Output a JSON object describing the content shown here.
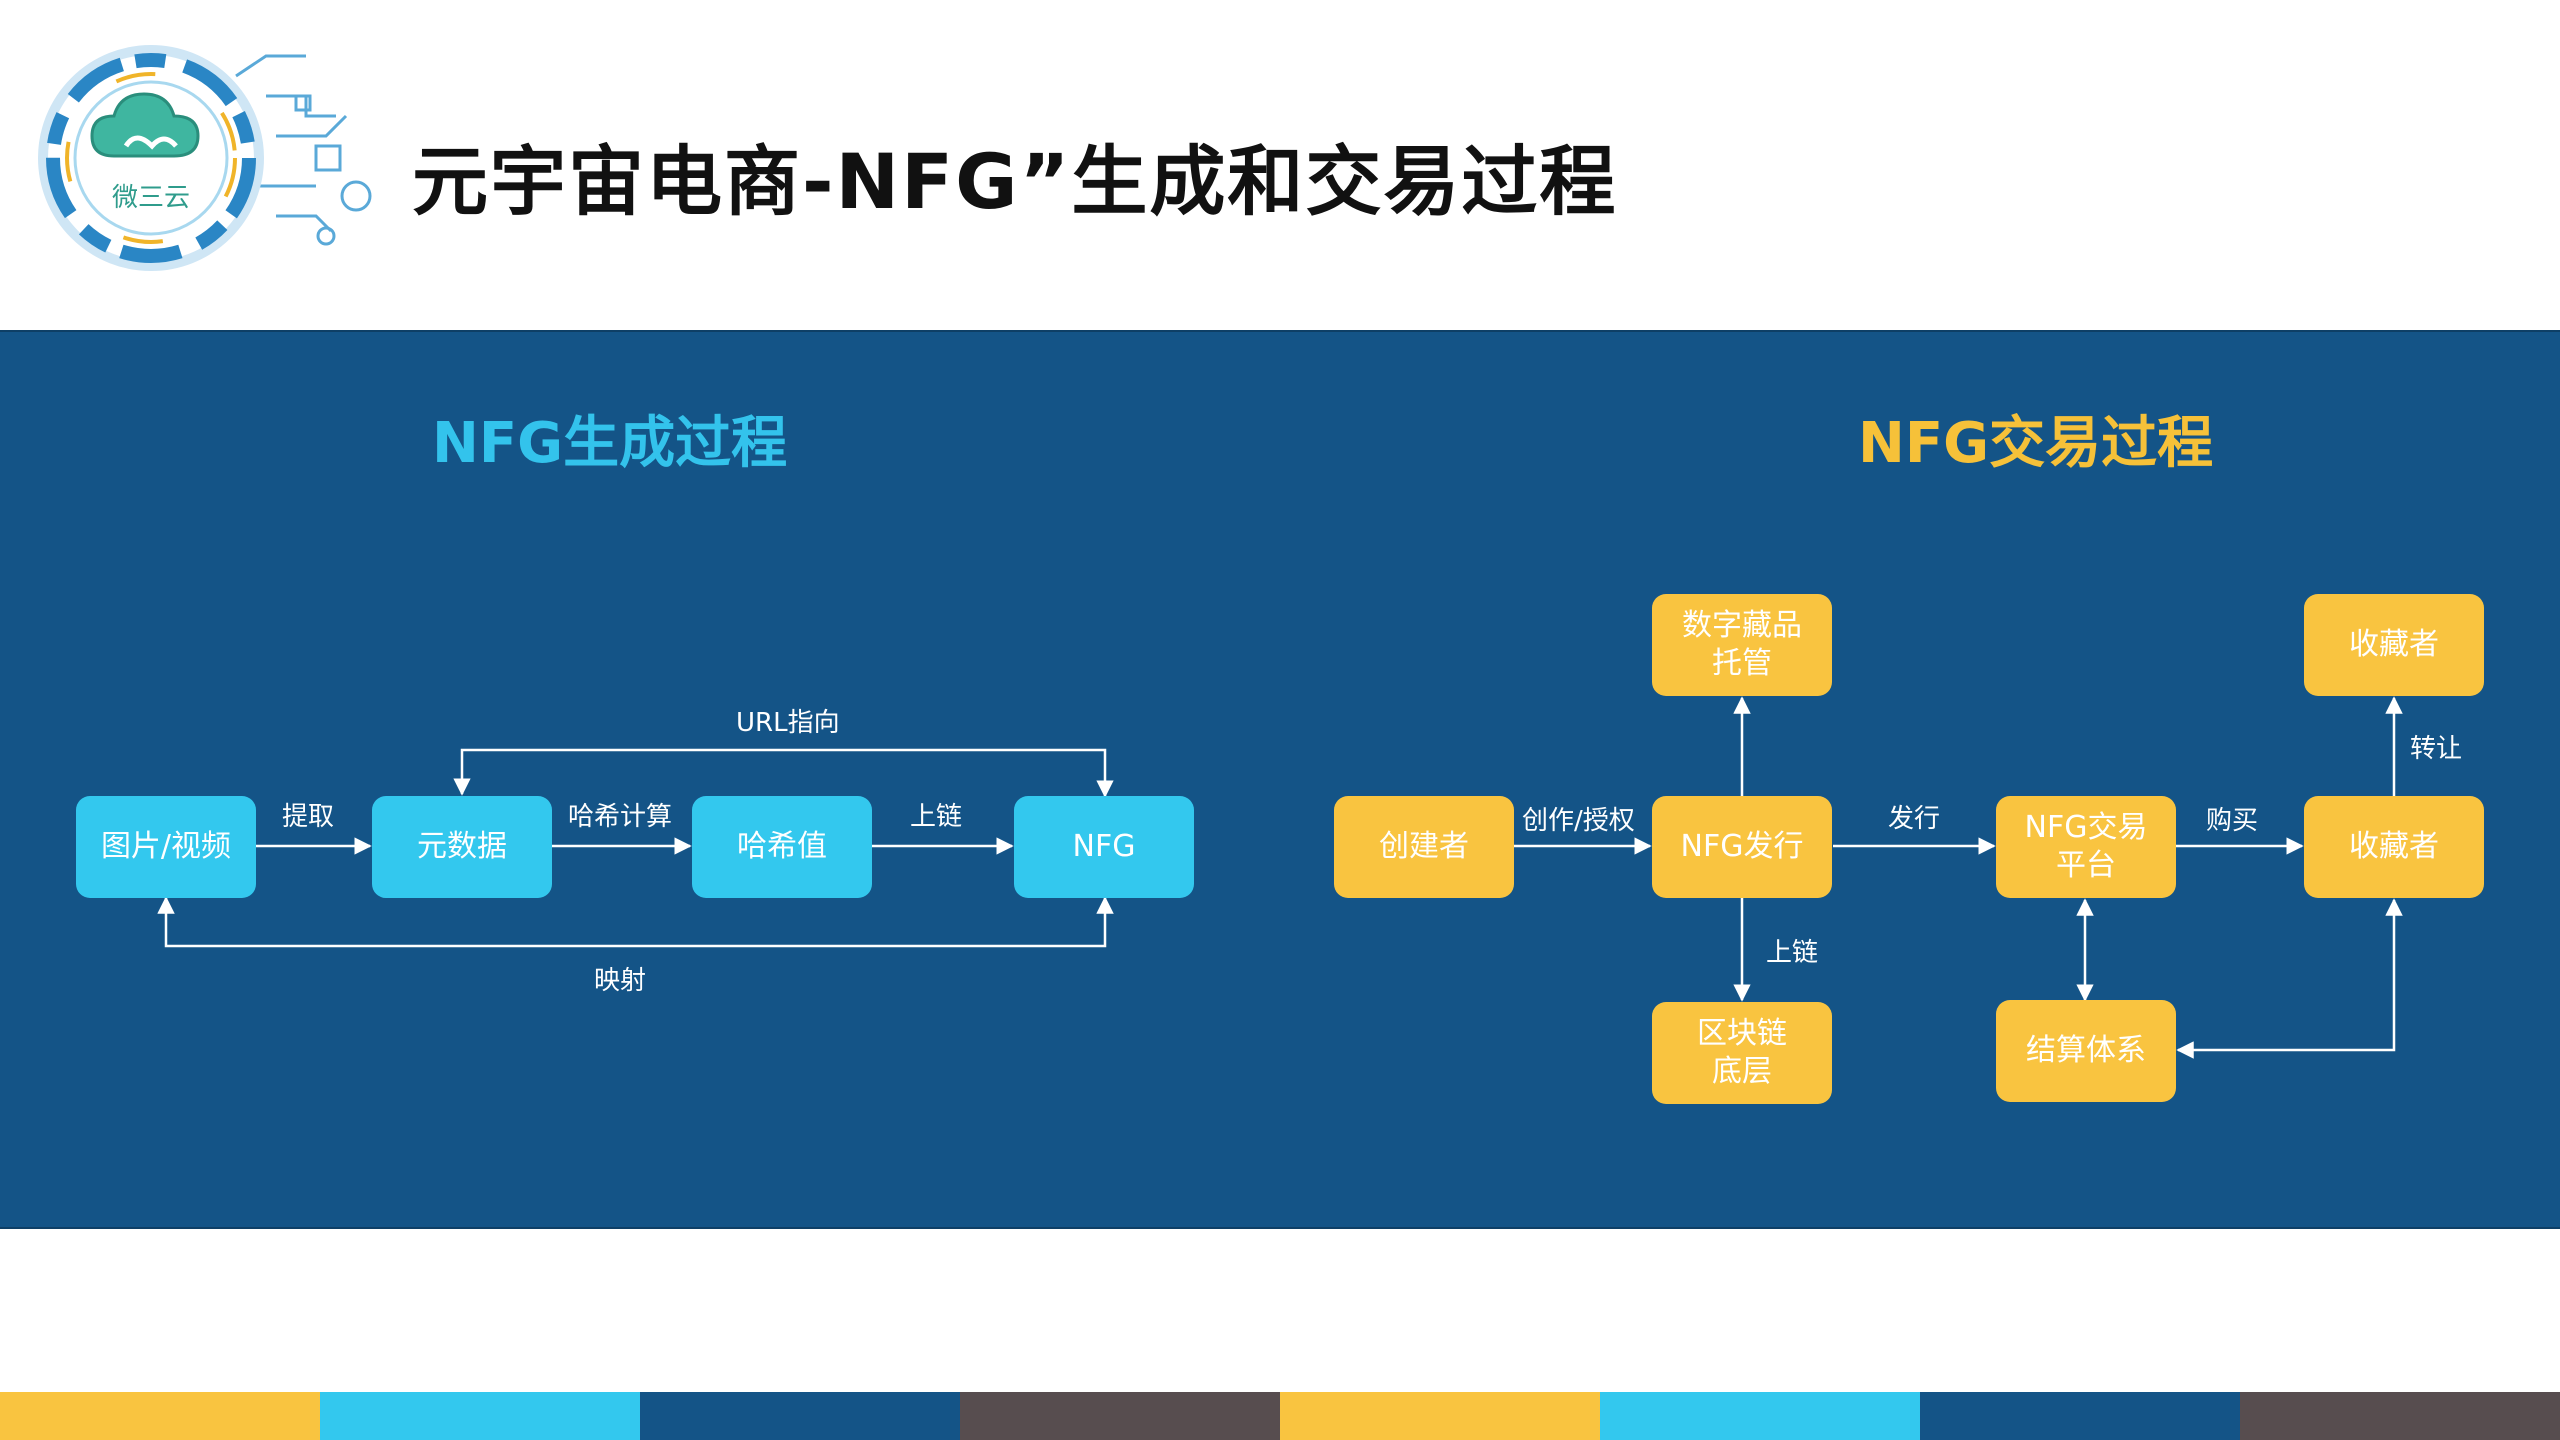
{
  "logo": {
    "text": "微三云"
  },
  "title": "元宇宙电商-NFG”生成和交易过程",
  "generation": {
    "title": "NFG生成过程",
    "nodes": {
      "image": "图片/视频",
      "metadata": "元数据",
      "hash": "哈希值",
      "nfg": "NFG"
    },
    "labels": {
      "extract": "提取",
      "hashcalc": "哈希计算",
      "onchain": "上链",
      "url": "URL指向",
      "mapping": "映射"
    }
  },
  "trading": {
    "title": "NFG交易过程",
    "nodes": {
      "creator": "创建者",
      "issue": "NFG发行",
      "custody": "数字藏品\n托管",
      "blockchain": "区块链\n底层",
      "platform": "NFG交易\n平台",
      "settlement": "结算体系",
      "collector_main": "收藏者",
      "collector_top": "收藏者"
    },
    "labels": {
      "create": "创作/授权",
      "issue": "发行",
      "buy": "购买",
      "transfer": "转让",
      "onchain": "上链"
    }
  },
  "colors": {
    "panel": "#145487",
    "cyan": "#33c8ee",
    "yellow": "#f9c440",
    "gen_title": "#33c3ec",
    "trade_title": "#f6c139",
    "footer": [
      "#f9c440",
      "#33c8ee",
      "#145487",
      "#574d4f",
      "#f9c440",
      "#33c8ee",
      "#145487",
      "#574d4f"
    ]
  }
}
